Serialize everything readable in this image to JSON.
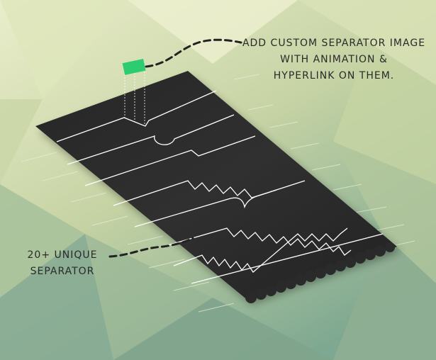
{
  "callouts": {
    "top": {
      "line1": "ADD CUSTOM SEPARATOR IMAGE",
      "line2": "WITH ANIMATION &",
      "line3": "HYPERLINK ON THEM."
    },
    "bottom": {
      "line1": "20+ UNIQUE",
      "line2": "SEPARATOR"
    }
  },
  "colors": {
    "background_light": "#e6ebc4",
    "background_dark": "#7fa58e",
    "panel": "#2b2b2b",
    "marker": "#2ecc71",
    "lines": "#ffffff"
  },
  "icons": {
    "image_marker": "green-rectangle"
  }
}
